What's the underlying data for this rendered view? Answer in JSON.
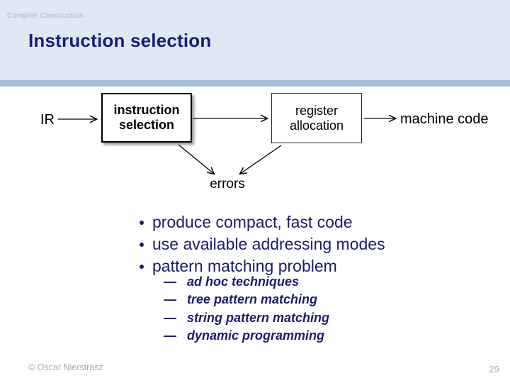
{
  "header": {
    "course": "Compiler Construction",
    "title": "Instruction selection"
  },
  "colors": {
    "header_background": "#dee9f4",
    "divider_band": "#a3bfdc",
    "title_text": "#1b1b7a",
    "body_text": "#1b1b70",
    "muted_text": "#a9a9a9",
    "diagram_ink": "#000000"
  },
  "diagram": {
    "input_label": "IR",
    "box1_label": "instruction selection",
    "box2_label": "register allocation",
    "output_label": "machine code",
    "error_label": "errors"
  },
  "bullets": {
    "items": [
      "produce compact, fast code",
      "use available addressing modes",
      "pattern matching problem"
    ],
    "sub_marker": "—",
    "sub_items": [
      "ad hoc techniques",
      "tree pattern matching",
      "string pattern matching",
      "dynamic programming"
    ]
  },
  "footer": {
    "copyright": "© Oscar Nierstrasz",
    "page_number": "29"
  }
}
